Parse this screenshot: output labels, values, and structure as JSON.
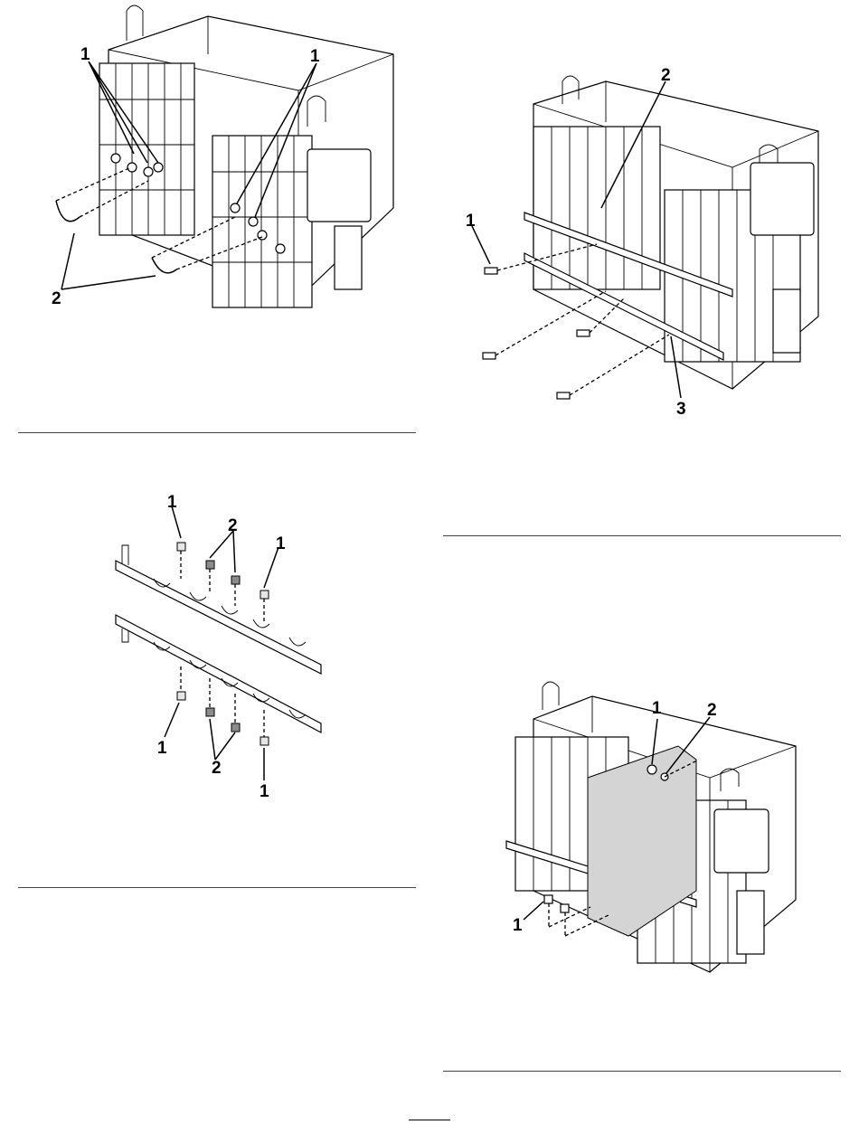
{
  "figures": {
    "top_left": {
      "callouts": [
        "1",
        "1",
        "2"
      ]
    },
    "top_right": {
      "callouts": [
        "1",
        "2",
        "3"
      ]
    },
    "middle_left": {
      "callouts": [
        "1",
        "2",
        "1",
        "1",
        "2",
        "1"
      ]
    },
    "bottom_right": {
      "callouts": [
        "1",
        "2",
        "1"
      ]
    }
  }
}
